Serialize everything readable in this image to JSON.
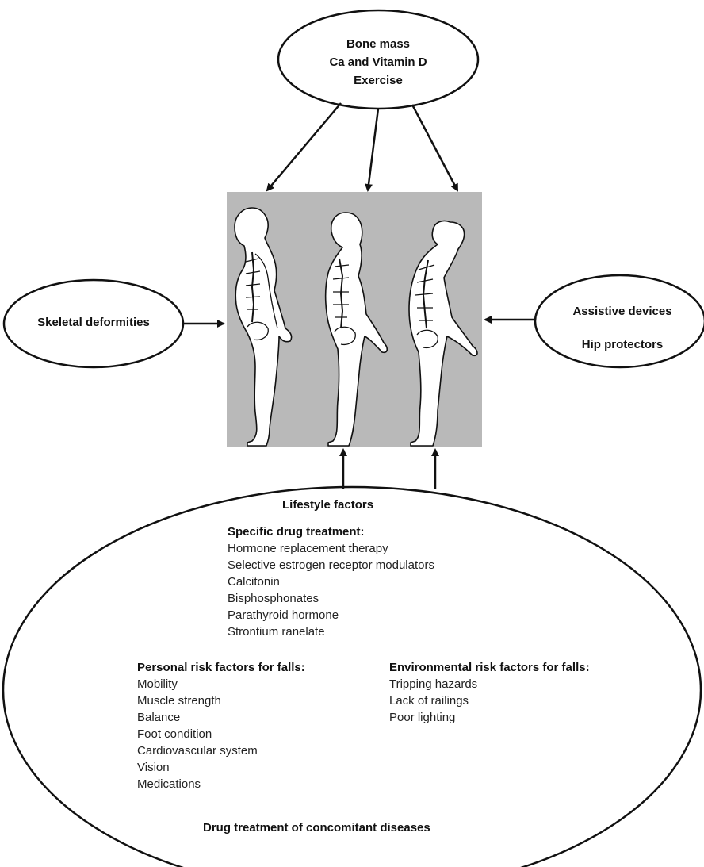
{
  "top_node": {
    "lines": [
      "Bone mass",
      "Ca and Vitamin D",
      "Exercise"
    ]
  },
  "left_node": {
    "label": "Skeletal deformities"
  },
  "right_node": {
    "lines": [
      "Assistive devices",
      "Hip protectors"
    ]
  },
  "center_panel": {
    "figures": [
      "posture-figure-upright",
      "posture-figure-stooped",
      "posture-figure-kyphotic"
    ],
    "background": "#b9b9b9"
  },
  "bottom_node": {
    "heading": "Lifestyle factors",
    "drug_treatment": {
      "title": "Specific drug treatment:",
      "items": [
        "Hormone replacement therapy",
        "Selective estrogen receptor modulators",
        "Calcitonin",
        "Bisphosphonates",
        "Parathyroid hormone",
        "Strontium ranelate"
      ]
    },
    "personal_risk": {
      "title": "Personal risk factors for falls:",
      "items": [
        "Mobility",
        "Muscle strength",
        "Balance",
        "Foot condition",
        "Cardiovascular system",
        "Vision",
        "Medications"
      ]
    },
    "environmental_risk": {
      "title": "Environmental risk factors for falls:",
      "items": [
        "Tripping hazards",
        "Lack of railings",
        "Poor lighting"
      ]
    },
    "footer": "Drug treatment of concomitant diseases"
  }
}
